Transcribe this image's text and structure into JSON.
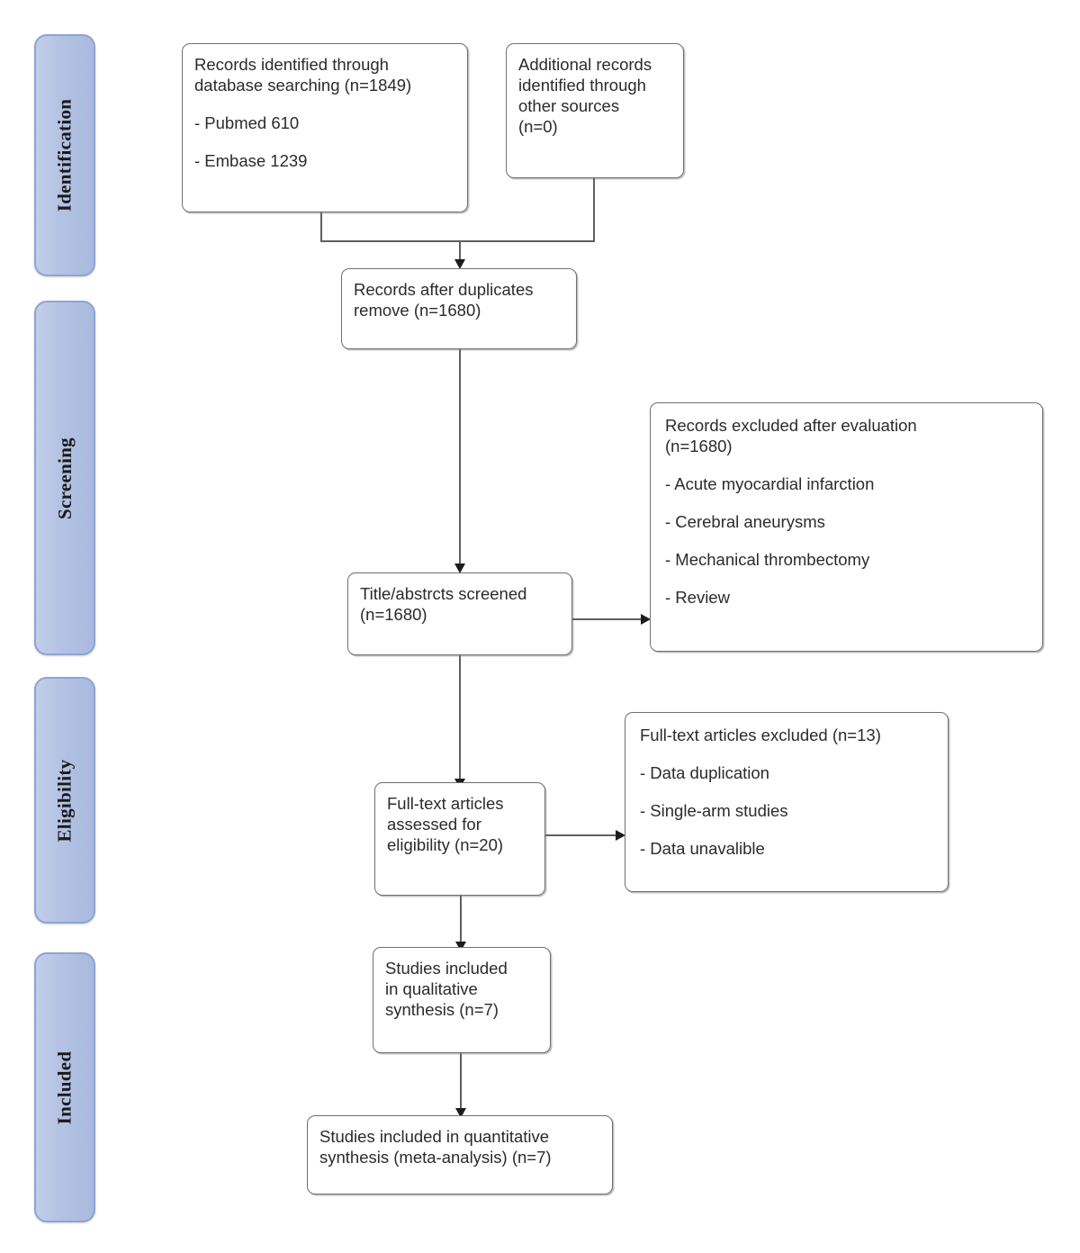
{
  "diagram": {
    "type": "prisma-flow-diagram",
    "stages": [
      {
        "id": "identification",
        "label": "Identification"
      },
      {
        "id": "screening",
        "label": "Screening"
      },
      {
        "id": "eligibility",
        "label": "Eligibility"
      },
      {
        "id": "included",
        "label": "Included"
      }
    ],
    "boxes": {
      "database_search": {
        "lines": [
          "Records identified through",
          "database searching (n=1849)",
          "- Pubmed 610",
          "- Embase 1239"
        ]
      },
      "other_sources": {
        "lines": [
          "Additional records",
          "identified through",
          "other sources",
          "(n=0)"
        ]
      },
      "after_duplicates": {
        "lines": [
          "Records after duplicates",
          "remove (n=1680)"
        ]
      },
      "titles_screened": {
        "lines": [
          "Title/abstrcts screened",
          "(n=1680)"
        ]
      },
      "records_excluded": {
        "lines": [
          "Records excluded after evaluation",
          "(n=1680)",
          "- Acute myocardial infarction",
          "- Cerebral aneurysms",
          "- Mechanical thrombectomy",
          "- Review"
        ]
      },
      "fulltext_assessed": {
        "lines": [
          "Full-text articles",
          "assessed for",
          "eligibility (n=20)"
        ]
      },
      "fulltext_excluded": {
        "lines": [
          "Full-text articles excluded (n=13)",
          "- Data duplication",
          "- Single-arm studies",
          "- Data unavalible"
        ]
      },
      "qualitative": {
        "lines": [
          "Studies included",
          "in qualitative",
          "synthesis (n=7)"
        ]
      },
      "quantitative": {
        "lines": [
          "Studies included in quantitative",
          "synthesis (meta-analysis) (n=7)"
        ]
      }
    },
    "colors": {
      "stage_fill": "#b3c2e3",
      "stage_border": "#8ea4d2",
      "box_border": "#6f6f6f",
      "box_fill": "#ffffff",
      "text": "#2b2b2b",
      "connector": "#5f5f5f",
      "arrow": "#1c1c1c"
    }
  }
}
